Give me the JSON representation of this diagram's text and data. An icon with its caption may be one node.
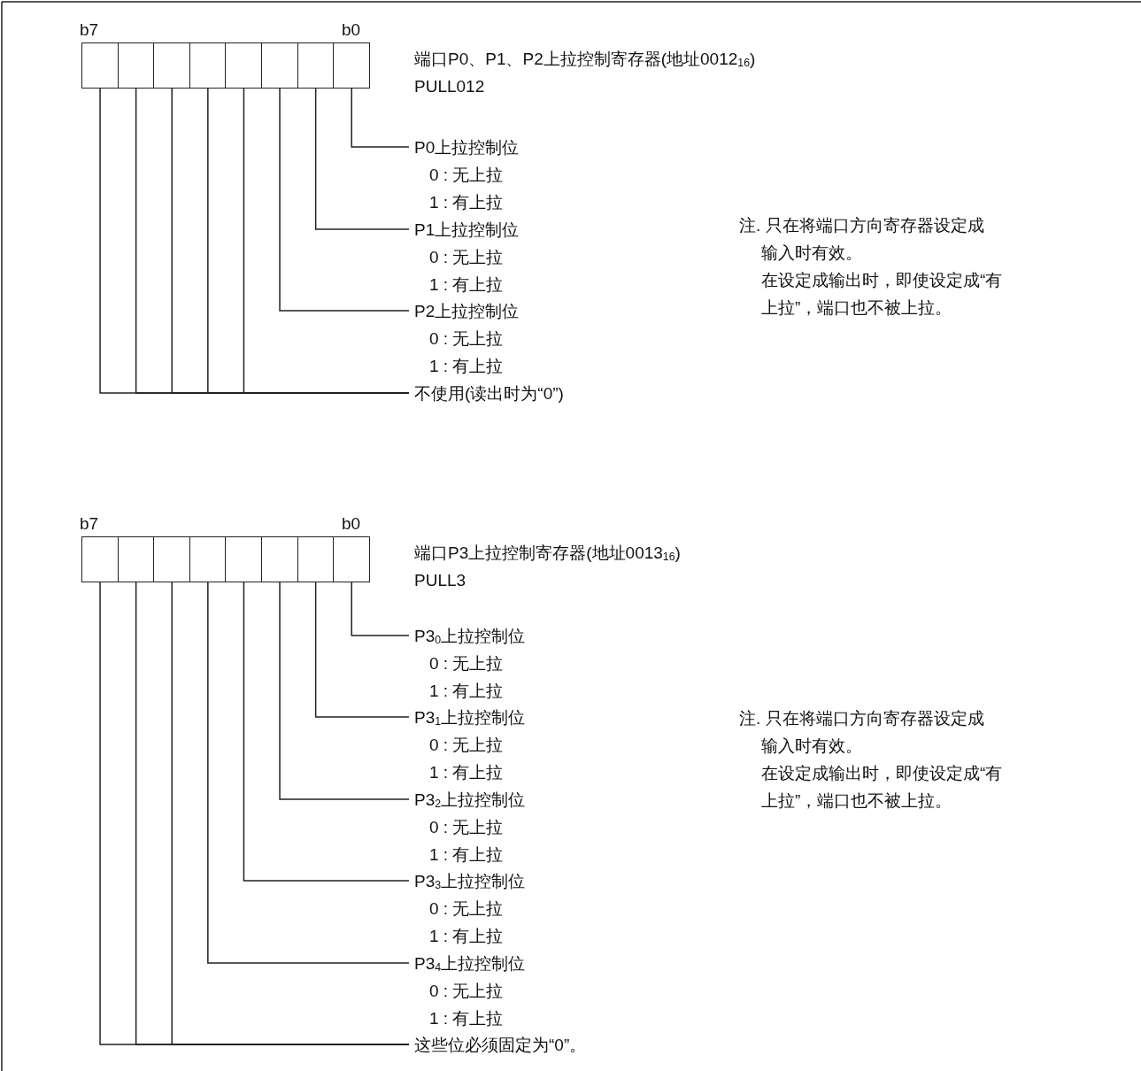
{
  "diagram": {
    "nodes": [
      {
        "text": [],
        "shape": "box"
      },
      {
        "text": [],
        "shape": "box"
      },
      {
        "text": [],
        "shape": "box"
      },
      {
        "text": [],
        "shape": "box"
      },
      {
        "text": [],
        "shape": "box"
      },
      {
        "text": [],
        "shape": "box"
      },
      {
        "text": [],
        "shape": "box"
      },
      {
        "text": [],
        "shape": "box"
      },
      {
        "text": [
          "P0上拉控制位",
          "0 : 无上拉",
          "1 : 有上拉"
        ]
      },
      {
        "text": [
          "P1上拉控制位",
          "0 : 无上拉",
          "1 : 有上拉"
        ]
      },
      {
        "text": [
          "P2上拉控制位",
          "0 : 无上拉",
          "1 : 有上拉"
        ]
      },
      {
        "text": [
          "不使用(读出时为“0”)"
        ]
      },
      {
        "text": [],
        "shape": "box"
      },
      {
        "text": [],
        "shape": "box"
      },
      {
        "text": [],
        "shape": "box"
      },
      {
        "text": [],
        "shape": "box"
      },
      {
        "text": [],
        "shape": "box"
      },
      {
        "text": [],
        "shape": "box"
      },
      {
        "text": [],
        "shape": "box"
      },
      {
        "text": [],
        "shape": "box"
      },
      {
        "text": [
          "P3$_{0}$上拉控制位",
          "0 : 无上拉",
          "1 : 有上拉"
        ]
      },
      {
        "text": [
          "P3$_{1}$上拉控制位",
          "0 : 无上拉",
          "1 : 有上拉"
        ]
      },
      {
        "text": [
          "P3$_{2}$上拉控制位",
          "0 : 无上拉",
          "1 : 有上拉"
        ]
      },
      {
        "text": [
          "P3$_{3}$上拉控制位",
          "0 : 无上拉",
          "1 : 有上拉"
        ]
      },
      {
        "text": [
          "P3$_{4}$上拉控制位",
          "0 : 无上拉",
          "1 : 有上拉"
        ]
      },
      {
        "text": [
          "这些位必须固定为“0”。"
        ]
      }
    ],
    "edges": [
      {
        "from": 8,
        "to": 7,
        "arrow": "none"
      },
      {
        "from": 9,
        "to": 6,
        "arrow": "none"
      },
      {
        "from": 10,
        "to": 5,
        "arrow": "none"
      },
      {
        "from": 11,
        "to": 4,
        "arrow": "none"
      },
      {
        "from": 11,
        "to": 3,
        "arrow": "none"
      },
      {
        "from": 11,
        "to": 2,
        "arrow": "none"
      },
      {
        "from": 11,
        "to": 1,
        "arrow": "none"
      },
      {
        "from": 11,
        "to": 0,
        "arrow": "none"
      },
      {
        "from": 20,
        "to": 19,
        "arrow": "none"
      },
      {
        "from": 21,
        "to": 18,
        "arrow": "none"
      },
      {
        "from": 22,
        "to": 17,
        "arrow": "none"
      },
      {
        "from": 23,
        "to": 16,
        "arrow": "none"
      },
      {
        "from": 24,
        "to": 15,
        "arrow": "none"
      },
      {
        "from": 25,
        "to": 14,
        "arrow": "none"
      },
      {
        "from": 25,
        "to": 13,
        "arrow": "none"
      },
      {
        "from": 25,
        "to": 12,
        "arrow": "none"
      }
    ],
    "labels": [
      "b7",
      "b0",
      "端口P0、P1、P2上拉控制寄存器(地址0012$_{16}$)",
      "PULL012",
      "注. 只在将端口方向寄存器设定成输入时有效。",
      "在设定成输出时，即使设定成“有上拉”，端口也不被上拉。",
      "b7",
      "b0",
      "端口P3上拉控制寄存器(地址0013$_{16}$)",
      "PULL3",
      "注. 只在将端口方向寄存器设定成输入时有效。",
      "在设定成输出时，即使设定成“有上拉”，端口也不被上拉。"
    ]
  }
}
